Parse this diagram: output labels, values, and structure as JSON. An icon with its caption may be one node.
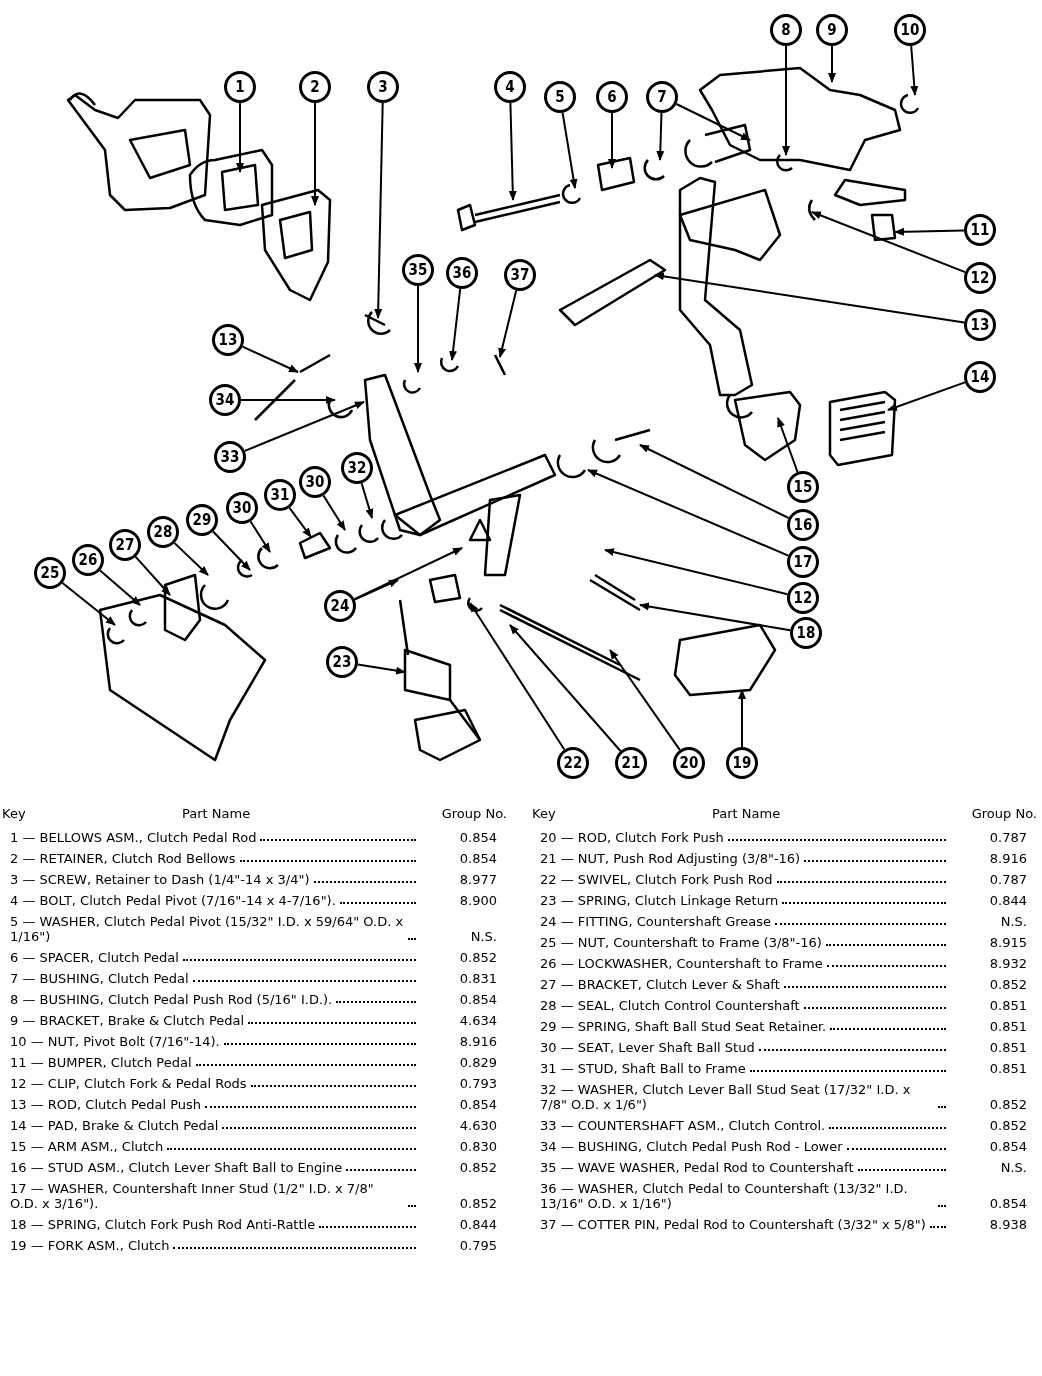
{
  "diagram": {
    "nodes": [
      {
        "text": [
          "1"
        ]
      },
      {
        "text": [
          "2"
        ]
      },
      {
        "text": [
          "3"
        ]
      },
      {
        "text": [
          "4"
        ]
      },
      {
        "text": [
          "5"
        ]
      },
      {
        "text": [
          "6"
        ]
      },
      {
        "text": [
          "7"
        ]
      },
      {
        "text": [
          "8"
        ]
      },
      {
        "text": [
          "9"
        ]
      },
      {
        "text": [
          "10"
        ]
      },
      {
        "text": [
          "11"
        ]
      },
      {
        "text": [
          "12"
        ]
      },
      {
        "text": [
          "35"
        ]
      },
      {
        "text": [
          "36"
        ]
      },
      {
        "text": [
          "37"
        ]
      },
      {
        "text": [
          "13"
        ]
      },
      {
        "text": [
          "13"
        ]
      },
      {
        "text": [
          "34"
        ]
      },
      {
        "text": [
          "14"
        ]
      },
      {
        "text": [
          "33"
        ]
      },
      {
        "text": [
          "32"
        ]
      },
      {
        "text": [
          "30"
        ]
      },
      {
        "text": [
          "31"
        ]
      },
      {
        "text": [
          "30"
        ]
      },
      {
        "text": [
          "29"
        ]
      },
      {
        "text": [
          "28"
        ]
      },
      {
        "text": [
          "27"
        ]
      },
      {
        "text": [
          "26"
        ]
      },
      {
        "text": [
          "25"
        ]
      },
      {
        "text": [
          "15"
        ]
      },
      {
        "text": [
          "16"
        ]
      },
      {
        "text": [
          "17"
        ]
      },
      {
        "text": [
          "24"
        ]
      },
      {
        "text": [
          "12"
        ]
      },
      {
        "text": [
          "18"
        ]
      },
      {
        "text": [
          "23"
        ]
      },
      {
        "text": [
          "22"
        ]
      },
      {
        "text": [
          "21"
        ]
      },
      {
        "text": [
          "20"
        ]
      },
      {
        "text": [
          "19"
        ]
      }
    ],
    "edges": [
      {
        "from": 0,
        "to": null,
        "arrow": "to"
      },
      {
        "from": 1,
        "to": null,
        "arrow": "to"
      },
      {
        "from": 2,
        "to": null,
        "arrow": "to"
      },
      {
        "from": 3,
        "to": null,
        "arrow": "to"
      },
      {
        "from": 4,
        "to": null,
        "arrow": "to"
      },
      {
        "from": 5,
        "to": null,
        "arrow": "to"
      },
      {
        "from": 6,
        "to": null,
        "arrow": "to"
      },
      {
        "from": 6,
        "to": null,
        "arrow": "to"
      },
      {
        "from": 7,
        "to": null,
        "arrow": "to"
      },
      {
        "from": 8,
        "to": null,
        "arrow": "to"
      },
      {
        "from": 9,
        "to": null,
        "arrow": "to"
      },
      {
        "from": 10,
        "to": null,
        "arrow": "to"
      },
      {
        "from": 11,
        "to": null,
        "arrow": "to"
      },
      {
        "from": 12,
        "to": null,
        "arrow": "to"
      },
      {
        "from": 13,
        "to": null,
        "arrow": "to"
      },
      {
        "from": 14,
        "to": null,
        "arrow": "to"
      },
      {
        "from": 15,
        "to": null,
        "arrow": "to"
      },
      {
        "from": 16,
        "to": null,
        "arrow": "to"
      },
      {
        "from": 17,
        "to": null,
        "arrow": "to"
      },
      {
        "from": 18,
        "to": null,
        "arrow": "to"
      },
      {
        "from": 19,
        "to": null,
        "arrow": "to"
      },
      {
        "from": 20,
        "to": null,
        "arrow": "to"
      },
      {
        "from": 21,
        "to": null,
        "arrow": "to"
      },
      {
        "from": 22,
        "to": null,
        "arrow": "to"
      },
      {
        "from": 23,
        "to": null,
        "arrow": "to"
      },
      {
        "from": 24,
        "to": null,
        "arrow": "to"
      },
      {
        "from": 25,
        "to": null,
        "arrow": "to"
      },
      {
        "from": 26,
        "to": null,
        "arrow": "to"
      },
      {
        "from": 27,
        "to": null,
        "arrow": "to"
      },
      {
        "from": 28,
        "to": null,
        "arrow": "to"
      },
      {
        "from": 29,
        "to": null,
        "arrow": "to"
      },
      {
        "from": 30,
        "to": null,
        "arrow": "to"
      },
      {
        "from": 31,
        "to": null,
        "arrow": "to"
      },
      {
        "from": 32,
        "to": null,
        "arrow": "to"
      },
      {
        "from": 32,
        "to": null,
        "arrow": "to"
      },
      {
        "from": 33,
        "to": null,
        "arrow": "to"
      },
      {
        "from": 34,
        "to": null,
        "arrow": "to"
      },
      {
        "from": 35,
        "to": null,
        "arrow": "to"
      },
      {
        "from": 36,
        "to": null,
        "arrow": "to"
      },
      {
        "from": 37,
        "to": null,
        "arrow": "to"
      },
      {
        "from": 38,
        "to": null,
        "arrow": "to"
      },
      {
        "from": 39,
        "to": null,
        "arrow": "to"
      }
    ],
    "labels": [
      "Key",
      "Part Name",
      "Group No.",
      "1 — BELLOWS ASM., Clutch Pedal Rod",
      "0.854",
      "2 — RETAINER, Clutch Rod Bellows",
      "0.854",
      "3 — SCREW, Retainer to Dash (1/4\"-14 x 3/4\")",
      "8.977",
      "4 — BOLT, Clutch Pedal Pivot (7/16\"-14 x 4-7/16\").",
      "8.900",
      "5 — WASHER, Clutch Pedal Pivot (15/32\" I.D. x 59/64\" O.D. x 1/16\")",
      "N.S.",
      "6 — SPACER, Clutch Pedal",
      "0.852",
      "7 — BUSHING, Clutch Pedal",
      "0.831",
      "8 — BUSHING, Clutch Pedal Push Rod (5/16\" I.D.).",
      "0.854",
      "9 — BRACKET, Brake & Clutch Pedal",
      "4.634",
      "10 — NUT, Pivot Bolt (7/16\"-14).",
      "8.916",
      "11 — BUMPER, Clutch Pedal",
      "0.829",
      "12 — CLIP, Clutch Fork & Pedal Rods",
      "0.793",
      "13 — ROD, Clutch Pedal Push",
      "0.854",
      "14 — PAD, Brake & Clutch Pedal",
      "4.630",
      "15 — ARM ASM., Clutch",
      "0.830",
      "16 — STUD ASM., Clutch Lever Shaft Ball to Engine",
      "0.852",
      "17 — WASHER, Countershaft Inner Stud (1/2\" I.D. x 7/8\" O.D. x 3/16\").",
      "0.852",
      "18 — SPRING, Clutch Fork Push Rod Anti-Rattle",
      "0.844",
      "19 — FORK ASM., Clutch",
      "0.795",
      "Key",
      "Part Name",
      "Group No.",
      "20 — ROD, Clutch Fork Push",
      "0.787",
      "21 — NUT, Push Rod Adjusting (3/8\"-16)",
      "8.916",
      "22 — SWIVEL, Clutch Fork Push Rod",
      "0.787",
      "23 — SPRING, Clutch Linkage Return",
      "0.844",
      "24 — FITTING, Countershaft Grease",
      "N.S.",
      "25 — NUT, Countershaft to Frame (3/8\"-16)",
      "8.915",
      "26 — LOCKWASHER, Countershaft to Frame",
      "8.932",
      "27 — BRACKET, Clutch Lever & Shaft",
      "0.852",
      "28 — SEAL, Clutch Control Countershaft",
      "0.851",
      "29 — SPRING, Shaft Ball Stud Seat Retainer.",
      "0.851",
      "30 — SEAT, Lever Shaft Ball Stud",
      "0.851",
      "31 — STUD, Shaft Ball to Frame",
      "0.851",
      "32 — WASHER, Clutch Lever Ball Stud Seat (17/32\" I.D. x 7/8\" O.D. x 1/6\")",
      "0.852",
      "33 — COUNTERSHAFT ASM., Clutch Control.",
      "0.852",
      "34 — BUSHING, Clutch Pedal Push Rod - Lower",
      "0.854",
      "35 — WAVE WASHER, Pedal Rod to Countershaft",
      "N.S.",
      "36 — WASHER, Clutch Pedal to Countershaft (13/32\" I.D. 13/16\" O.D. x 1/16\")",
      "0.854",
      "37 — COTTER PIN, Pedal Rod to Countershaft (3/32\" x 5/8\")",
      "8.938"
    ]
  }
}
